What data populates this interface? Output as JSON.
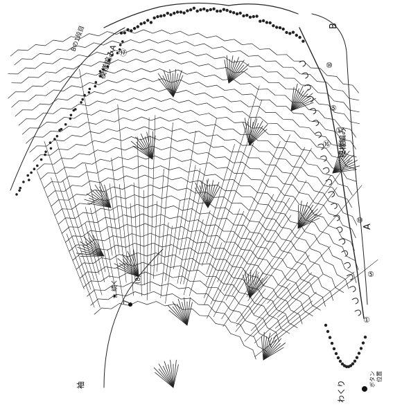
{
  "labels": {
    "b_ref": "Bの1段目",
    "pattern_a": "模様編みA",
    "b": "B",
    "standard": "模様編み",
    "a": "A",
    "sleeve": "袖",
    "edge": "わくり",
    "button": "ボタン",
    "button_pos": "位置",
    "attach": "★ 続く",
    "row_mark": "(8)",
    "row_mark_2": "7",
    "circled": [
      "⑰",
      "⑩",
      "⑤",
      "①",
      "⑮",
      "⑩",
      "⑤",
      "①",
      "⑯"
    ]
  },
  "colors": {
    "ink": "#222222",
    "paper": "#ffffff"
  }
}
